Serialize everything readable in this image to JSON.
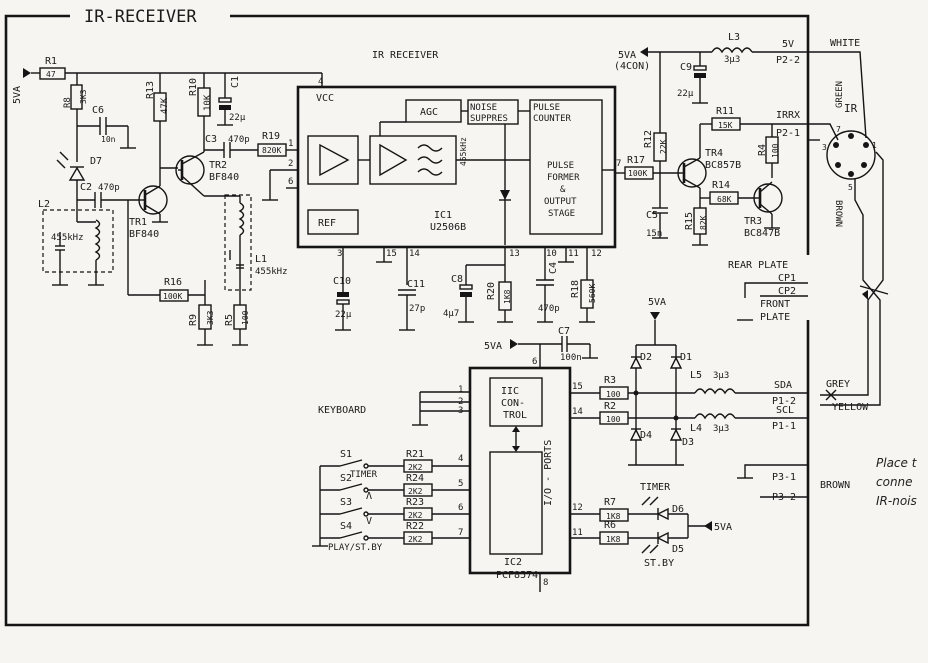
{
  "frame_title": "IR-RECEIVER",
  "ic1": {
    "header": "IR RECEIVER",
    "vcc": "VCC",
    "agc": "AGC",
    "noise": "NOISE SUPPRES",
    "pulse_counter": "PULSE COUNTER",
    "pulse_former": "PULSE FORMER & OUTPUT STAGE",
    "ref": "REF",
    "name": "IC1",
    "part": "U2506B",
    "freq": "455kHz"
  },
  "ic2": {
    "iic": "IIC CON- TROL",
    "io": "I/O - PORTS",
    "name": "IC2",
    "part": "PCF8574"
  },
  "supply": {
    "left": "5VA",
    "top": "5VA",
    "top_con": "(4CON)",
    "mid": "5VA",
    "d_top": "5VA",
    "led": "5VA"
  },
  "components": [
    {
      "ref": "R1",
      "val": "47"
    },
    {
      "ref": "R8",
      "val": "3K3"
    },
    {
      "ref": "C6",
      "val": "10n"
    },
    {
      "ref": "R13",
      "val": "47K"
    },
    {
      "ref": "R10",
      "val": "10K"
    },
    {
      "ref": "C1",
      "val": "22μ"
    },
    {
      "ref": "D7",
      "val": ""
    },
    {
      "ref": "C2",
      "val": "470p"
    },
    {
      "ref": "L2",
      "val": "455kHz"
    },
    {
      "ref": "TR1",
      "val": "BF840"
    },
    {
      "ref": "TR2",
      "val": "BF840"
    },
    {
      "ref": "C3",
      "val": "470p"
    },
    {
      "ref": "R19",
      "val": "820K"
    },
    {
      "ref": "L1",
      "val": "455kHz"
    },
    {
      "ref": "R16",
      "val": "100K"
    },
    {
      "ref": "R9",
      "val": "3K3"
    },
    {
      "ref": "R5",
      "val": "100"
    },
    {
      "ref": "C10",
      "val": "22μ"
    },
    {
      "ref": "C11",
      "val": "27p"
    },
    {
      "ref": "C8",
      "val": "4μ7"
    },
    {
      "ref": "R20",
      "val": "1K8"
    },
    {
      "ref": "C4",
      "val": "470p"
    },
    {
      "ref": "R18",
      "val": "560K"
    },
    {
      "ref": "C7",
      "val": "100n"
    },
    {
      "ref": "R17",
      "val": "100K"
    },
    {
      "ref": "R12",
      "val": "22K"
    },
    {
      "ref": "C5",
      "val": "15n"
    },
    {
      "ref": "R15",
      "val": "82K"
    },
    {
      "ref": "TR4",
      "val": "BC857B"
    },
    {
      "ref": "R11",
      "val": "15K"
    },
    {
      "ref": "R14",
      "val": "68K"
    },
    {
      "ref": "TR3",
      "val": "BC847B"
    },
    {
      "ref": "R4",
      "val": "100"
    },
    {
      "ref": "L3",
      "val": "3μ3"
    },
    {
      "ref": "C9",
      "val": "22μ"
    },
    {
      "ref": "R3",
      "val": "100"
    },
    {
      "ref": "R2",
      "val": "100"
    },
    {
      "ref": "L5",
      "val": "3μ3"
    },
    {
      "ref": "L4",
      "val": "3μ3"
    },
    {
      "ref": "D1",
      "val": ""
    },
    {
      "ref": "D2",
      "val": ""
    },
    {
      "ref": "D3",
      "val": ""
    },
    {
      "ref": "D4",
      "val": ""
    },
    {
      "ref": "R21",
      "val": "2K2"
    },
    {
      "ref": "R24",
      "val": "2K2"
    },
    {
      "ref": "R23",
      "val": "2K2"
    },
    {
      "ref": "R22",
      "val": "2K2"
    },
    {
      "ref": "R7",
      "val": "1K8"
    },
    {
      "ref": "R6",
      "val": "1K8"
    },
    {
      "ref": "D6",
      "val": ""
    },
    {
      "ref": "D5",
      "val": ""
    }
  ],
  "switches": [
    {
      "ref": "S1",
      "label": "TIMER"
    },
    {
      "ref": "S2",
      "label": "Λ"
    },
    {
      "ref": "S3",
      "label": "V"
    },
    {
      "ref": "S4",
      "label": "PLAY/ST.BY"
    }
  ],
  "keyboard": "KEYBOARD",
  "leds": {
    "timer": "TIMER",
    "stby": "ST.BY"
  },
  "connectors": {
    "p22": "P2-2",
    "p21": "P2-1",
    "v5": "5V",
    "irrx": "IRRX",
    "white": "WHITE",
    "green": "GREEN",
    "brown": "BROWN",
    "ir": "IR",
    "rear": "REAR PLATE",
    "front": "FRONT PLATE",
    "cp1": "CP1",
    "cp2": "CP2",
    "sda": "SDA",
    "scl": "SCL",
    "p12": "P1-2",
    "p11": "P1-1",
    "grey": "GREY",
    "yellow": "YELLOW",
    "p31": "P3-1",
    "p32": "P3-2",
    "brown2": "BROWN"
  },
  "side_note": [
    "Place t",
    "conne",
    "IR-nois"
  ]
}
